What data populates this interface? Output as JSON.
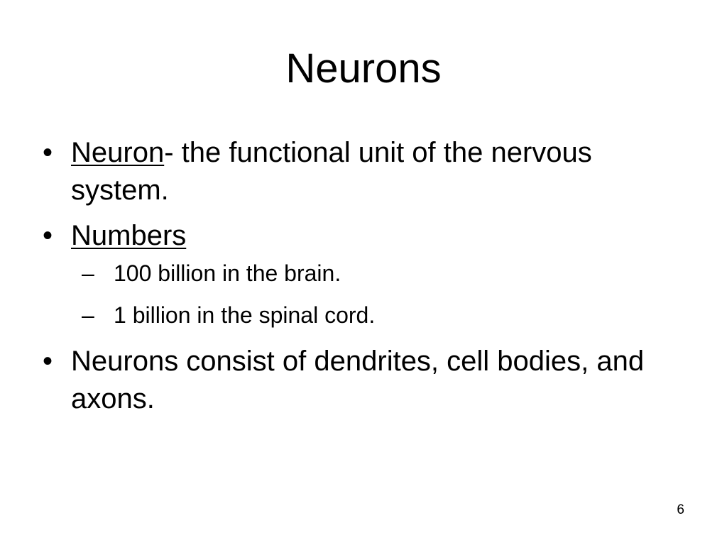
{
  "slide": {
    "title": "Neurons",
    "bullets": [
      {
        "term": "Neuron",
        "text": "- the functional unit of the nervous system."
      },
      {
        "term": "Numbers",
        "text": "",
        "sub_items": [
          "100 billion in the brain.",
          "1 billion in the spinal cord."
        ]
      },
      {
        "term": "",
        "text": "Neurons consist of dendrites, cell bodies, and axons."
      }
    ],
    "bullet_glyph": "•",
    "sub_bullet_glyph": "–",
    "page_number": "6"
  }
}
